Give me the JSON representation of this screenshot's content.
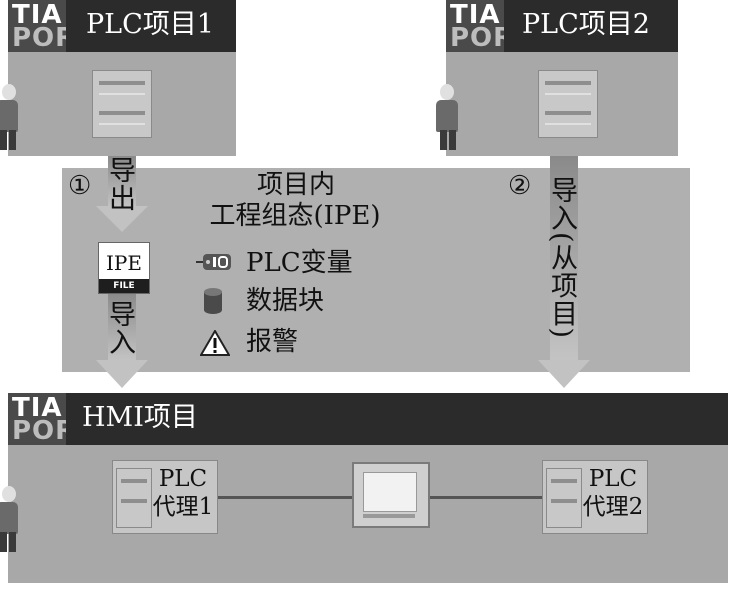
{
  "logo": {
    "line1": "TIA",
    "line2": "POR"
  },
  "projects": {
    "plc1_title": "PLC项目1",
    "plc2_title": "PLC项目2",
    "hmi_title": "HMI项目"
  },
  "ipe": {
    "title_line1": "项目内",
    "title_line2": "工程组态(IPE)",
    "items": [
      {
        "icon": "plc-tag-icon",
        "label": "PLC变量"
      },
      {
        "icon": "data-block-icon",
        "label": "数据块"
      },
      {
        "icon": "warning-icon",
        "label": "报警"
      }
    ],
    "file_label": "IPE",
    "file_sub": "FILE"
  },
  "arrows": {
    "step1_marker": "①",
    "step2_marker": "②",
    "export_label": "导出",
    "import_label": "导入",
    "import_from_label": "导入(从项目)"
  },
  "proxies": {
    "proxy1_line1": "PLC",
    "proxy1_line2": "代理1",
    "proxy2_line1": "PLC",
    "proxy2_line2": "代理2"
  }
}
